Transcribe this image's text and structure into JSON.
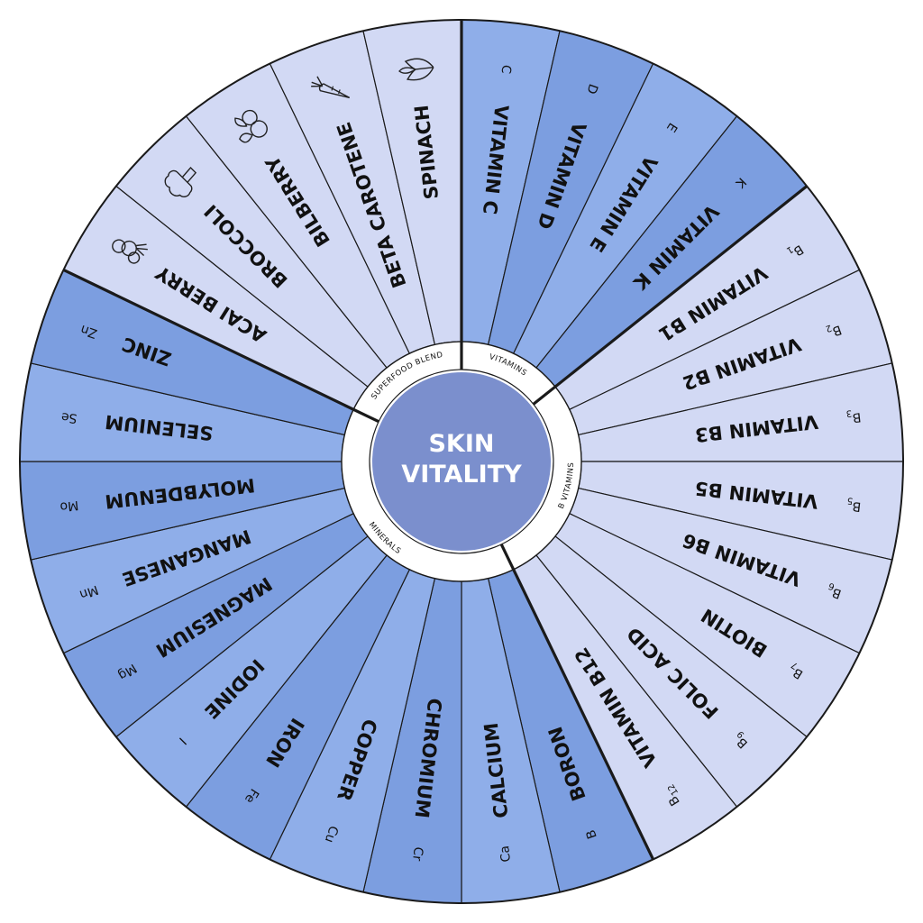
{
  "colors": {
    "light": "#d2d9f4",
    "mid": "#8faee9",
    "dark": "#7c9ee0",
    "center": "#7b8fcd",
    "line": "#1a1a1a",
    "white": "#ffffff"
  },
  "center": {
    "line1": "SKIN",
    "line2": "VITALITY"
  },
  "categories": [
    {
      "key": "superfood",
      "label": "SUPERFOOD BLEND"
    },
    {
      "key": "vitamins",
      "label": "VITAMINS"
    },
    {
      "key": "b_vitamins",
      "label": "B VITAMINS"
    },
    {
      "key": "minerals",
      "label": "MINERALS"
    }
  ],
  "segments": [
    {
      "label": "VITAMIN C",
      "symbol": "C",
      "category": "vitamins",
      "tone": "mid"
    },
    {
      "label": "VITAMIN D",
      "symbol": "D",
      "category": "vitamins",
      "tone": "dark"
    },
    {
      "label": "VITAMIN E",
      "symbol": "E",
      "category": "vitamins",
      "tone": "mid"
    },
    {
      "label": "VITAMIN K",
      "symbol": "K",
      "category": "vitamins",
      "tone": "dark"
    },
    {
      "label": "VITAMIN B1",
      "symbol": "B",
      "sub": "1",
      "category": "b_vitamins",
      "tone": "light"
    },
    {
      "label": "VITAMIN B2",
      "symbol": "B",
      "sub": "2",
      "category": "b_vitamins",
      "tone": "light"
    },
    {
      "label": "VITAMIN B3",
      "symbol": "B",
      "sub": "3",
      "category": "b_vitamins",
      "tone": "light"
    },
    {
      "label": "VITAMIN B5",
      "symbol": "B",
      "sub": "5",
      "category": "b_vitamins",
      "tone": "light"
    },
    {
      "label": "VITAMIN B6",
      "symbol": "B",
      "sub": "6",
      "category": "b_vitamins",
      "tone": "light"
    },
    {
      "label": "BIOTIN",
      "symbol": "B",
      "sub": "7",
      "category": "b_vitamins",
      "tone": "light"
    },
    {
      "label": "FOLIC ACID",
      "symbol": "B",
      "sub": "9",
      "category": "b_vitamins",
      "tone": "light"
    },
    {
      "label": "VITAMIN B12",
      "symbol": "B",
      "sub": "12",
      "category": "b_vitamins",
      "tone": "light"
    },
    {
      "label": "BORON",
      "symbol": "B",
      "category": "minerals",
      "tone": "dark"
    },
    {
      "label": "CALCIUM",
      "symbol": "Ca",
      "category": "minerals",
      "tone": "mid"
    },
    {
      "label": "CHROMIUM",
      "symbol": "Cr",
      "category": "minerals",
      "tone": "dark"
    },
    {
      "label": "COPPER",
      "symbol": "Cu",
      "category": "minerals",
      "tone": "mid"
    },
    {
      "label": "IRON",
      "symbol": "Fe",
      "category": "minerals",
      "tone": "dark"
    },
    {
      "label": "IODINE",
      "symbol": "I",
      "category": "minerals",
      "tone": "mid"
    },
    {
      "label": "MAGNESIUM",
      "symbol": "Mg",
      "category": "minerals",
      "tone": "dark"
    },
    {
      "label": "MANGANESE",
      "symbol": "Mn",
      "category": "minerals",
      "tone": "mid"
    },
    {
      "label": "MOLYBDENUM",
      "symbol": "Mo",
      "category": "minerals",
      "tone": "dark"
    },
    {
      "label": "SELENIUM",
      "symbol": "Se",
      "category": "minerals",
      "tone": "mid"
    },
    {
      "label": "ZINC",
      "symbol": "Zn",
      "category": "minerals",
      "tone": "dark"
    },
    {
      "label": "ACAI BERRY",
      "icon": "acai-berry-icon",
      "category": "superfood",
      "tone": "light"
    },
    {
      "label": "BROCCOLI",
      "icon": "broccoli-icon",
      "category": "superfood",
      "tone": "light"
    },
    {
      "label": "BILBERRY",
      "icon": "bilberry-icon",
      "category": "superfood",
      "tone": "light"
    },
    {
      "label": "BETA CAROTENE",
      "icon": "carrot-icon",
      "category": "superfood",
      "tone": "light"
    },
    {
      "label": "SPINACH",
      "icon": "spinach-icon",
      "category": "superfood",
      "tone": "light"
    }
  ]
}
